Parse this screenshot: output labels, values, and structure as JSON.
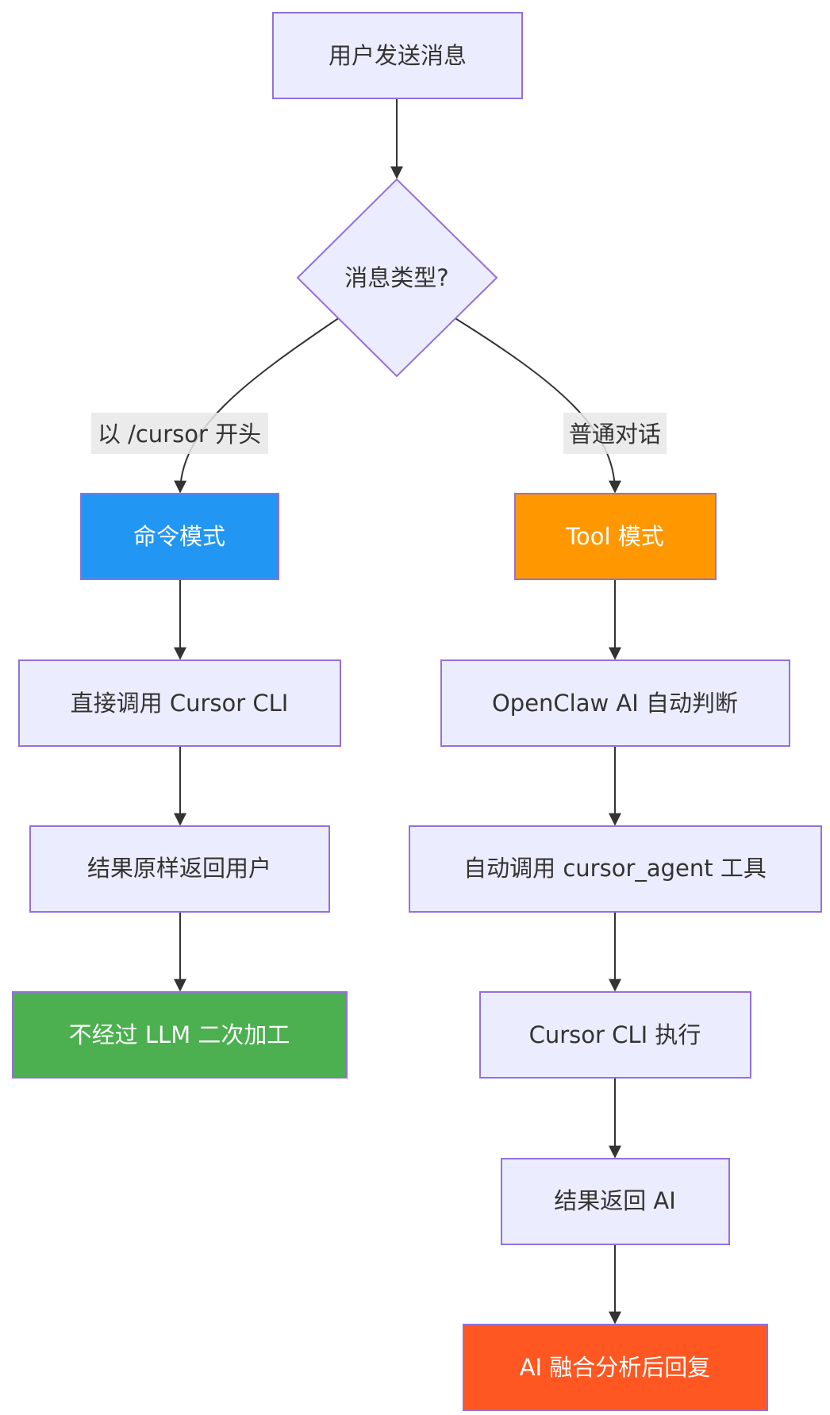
{
  "colors": {
    "default_fill": "#ECECFF",
    "default_stroke": "#9370DB",
    "command_mode": "#2196F3",
    "tool_mode": "#FF9800",
    "no_llm": "#4CAF50",
    "ai_reply": "#FF5722",
    "edge": "#333333",
    "edge_label_bg": "#E8E8E8"
  },
  "nodes": {
    "start": "用户发送消息",
    "decision": "消息类型?",
    "command_mode": "命令模式",
    "tool_mode": "Tool 模式",
    "call_cli": "直接调用 Cursor CLI",
    "return_user": "结果原样返回用户",
    "no_llm": "不经过 LLM 二次加工",
    "ai_judge": "OpenClaw AI 自动判断",
    "call_agent": "自动调用 cursor_agent 工具",
    "cli_exec": "Cursor CLI 执行",
    "return_ai": "结果返回 AI",
    "ai_reply": "AI 融合分析后回复"
  },
  "edge_labels": {
    "left_branch": "以 /cursor 开头",
    "right_branch": "普通对话"
  }
}
